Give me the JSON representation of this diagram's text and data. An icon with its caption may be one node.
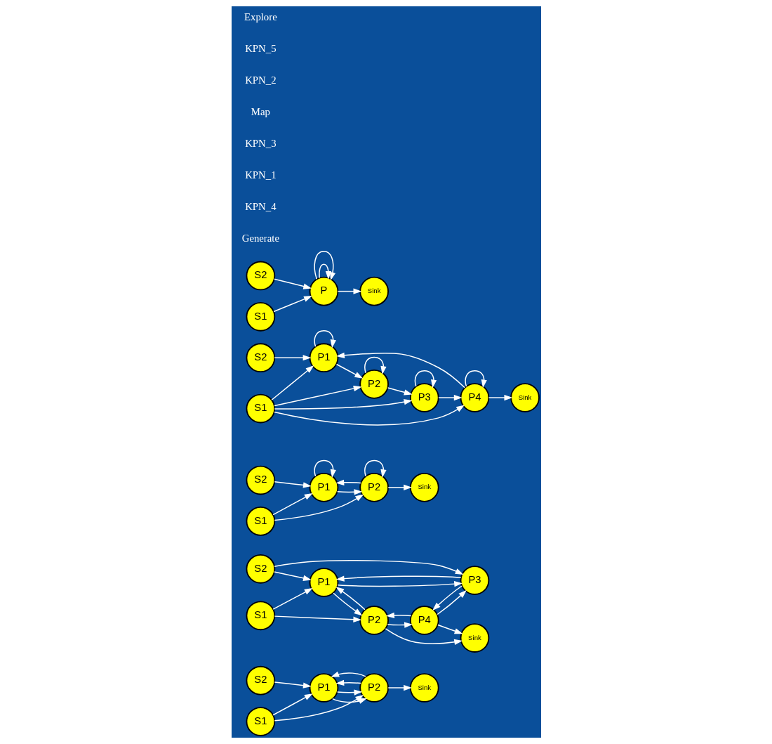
{
  "diagram": {
    "nodes": [
      {
        "text": [
          "P1"
        ]
      },
      {
        "text": [
          "P2"
        ]
      },
      {
        "text": [
          "S2"
        ]
      },
      {
        "text": [
          "S1"
        ]
      },
      {
        "text": [
          "Sink"
        ]
      },
      {
        "text": [
          "P1"
        ]
      },
      {
        "text": [
          "P2"
        ]
      },
      {
        "text": [
          "S2"
        ]
      },
      {
        "text": [
          "S1"
        ]
      },
      {
        "text": [
          "Sink"
        ]
      },
      {
        "text": [
          "P3"
        ]
      },
      {
        "text": [
          "P4"
        ]
      },
      {
        "text": [
          "P1"
        ]
      },
      {
        "text": [
          "P2"
        ]
      },
      {
        "text": [
          "S2"
        ]
      },
      {
        "text": [
          "S1"
        ]
      },
      {
        "text": [
          "Sink"
        ]
      },
      {
        "text": [
          "P1"
        ]
      },
      {
        "text": [
          "P2"
        ]
      },
      {
        "text": [
          "P3"
        ]
      },
      {
        "text": [
          "P4"
        ]
      },
      {
        "text": [
          "S2"
        ]
      },
      {
        "text": [
          "S1"
        ]
      },
      {
        "text": [
          "Sink"
        ]
      },
      {
        "text": [
          "P"
        ]
      },
      {
        "text": [
          "Sink"
        ]
      },
      {
        "text": [
          "S2"
        ]
      },
      {
        "text": [
          "S1"
        ]
      }
    ],
    "edges": [
      {
        "from": 0,
        "to": 1,
        "arrow": "to"
      },
      {
        "from": 0,
        "to": 1,
        "arrow": "to"
      },
      {
        "from": 1,
        "to": 0,
        "arrow": "to"
      },
      {
        "from": 1,
        "to": 0,
        "arrow": "to"
      },
      {
        "from": 2,
        "to": 0,
        "arrow": "to"
      },
      {
        "from": 3,
        "to": 0,
        "arrow": "to"
      },
      {
        "from": 3,
        "to": 1,
        "arrow": "to"
      },
      {
        "from": 1,
        "to": 4,
        "arrow": "to"
      },
      {
        "from": 5,
        "to": 6,
        "arrow": "to"
      },
      {
        "from": 6,
        "to": 5,
        "arrow": "to"
      },
      {
        "from": 7,
        "to": 5,
        "arrow": "to"
      },
      {
        "from": 7,
        "to": 10,
        "arrow": "to"
      },
      {
        "from": 10,
        "to": 5,
        "arrow": "to"
      },
      {
        "from": 5,
        "to": 10,
        "arrow": "to"
      },
      {
        "from": 8,
        "to": 5,
        "arrow": "to"
      },
      {
        "from": 8,
        "to": 6,
        "arrow": "to"
      },
      {
        "from": 6,
        "to": 11,
        "arrow": "to"
      },
      {
        "from": 11,
        "to": 6,
        "arrow": "to"
      },
      {
        "from": 6,
        "to": 9,
        "arrow": "to"
      },
      {
        "from": 11,
        "to": 9,
        "arrow": "to"
      },
      {
        "from": 10,
        "to": 11,
        "arrow": "to"
      },
      {
        "from": 11,
        "to": 10,
        "arrow": "to"
      },
      {
        "from": 12,
        "to": 12,
        "arrow": "to"
      },
      {
        "from": 13,
        "to": 13,
        "arrow": "to"
      },
      {
        "from": 13,
        "to": 12,
        "arrow": "to"
      },
      {
        "from": 12,
        "to": 13,
        "arrow": "to"
      },
      {
        "from": 14,
        "to": 12,
        "arrow": "to"
      },
      {
        "from": 15,
        "to": 12,
        "arrow": "to"
      },
      {
        "from": 15,
        "to": 13,
        "arrow": "to"
      },
      {
        "from": 13,
        "to": 16,
        "arrow": "to"
      },
      {
        "from": 17,
        "to": 17,
        "arrow": "to"
      },
      {
        "from": 18,
        "to": 18,
        "arrow": "to"
      },
      {
        "from": 19,
        "to": 19,
        "arrow": "to"
      },
      {
        "from": 20,
        "to": 20,
        "arrow": "to"
      },
      {
        "from": 20,
        "to": 17,
        "arrow": "to"
      },
      {
        "from": 17,
        "to": 18,
        "arrow": "to"
      },
      {
        "from": 18,
        "to": 19,
        "arrow": "to"
      },
      {
        "from": 19,
        "to": 20,
        "arrow": "to"
      },
      {
        "from": 21,
        "to": 17,
        "arrow": "to"
      },
      {
        "from": 22,
        "to": 17,
        "arrow": "to"
      },
      {
        "from": 22,
        "to": 18,
        "arrow": "to"
      },
      {
        "from": 22,
        "to": 19,
        "arrow": "to"
      },
      {
        "from": 22,
        "to": 20,
        "arrow": "to"
      },
      {
        "from": 20,
        "to": 23,
        "arrow": "to"
      },
      {
        "from": 24,
        "to": 24,
        "arrow": "to"
      },
      {
        "from": 24,
        "to": 24,
        "arrow": "to"
      },
      {
        "from": 24,
        "to": 25,
        "arrow": "to"
      },
      {
        "from": 26,
        "to": 24,
        "arrow": "to"
      },
      {
        "from": 27,
        "to": 24,
        "arrow": "to"
      }
    ],
    "labels": [
      "Generate",
      "KPN_4",
      "KPN_1",
      "KPN_3",
      "Map",
      "KPN_2",
      "KPN_5",
      "Explore"
    ]
  }
}
